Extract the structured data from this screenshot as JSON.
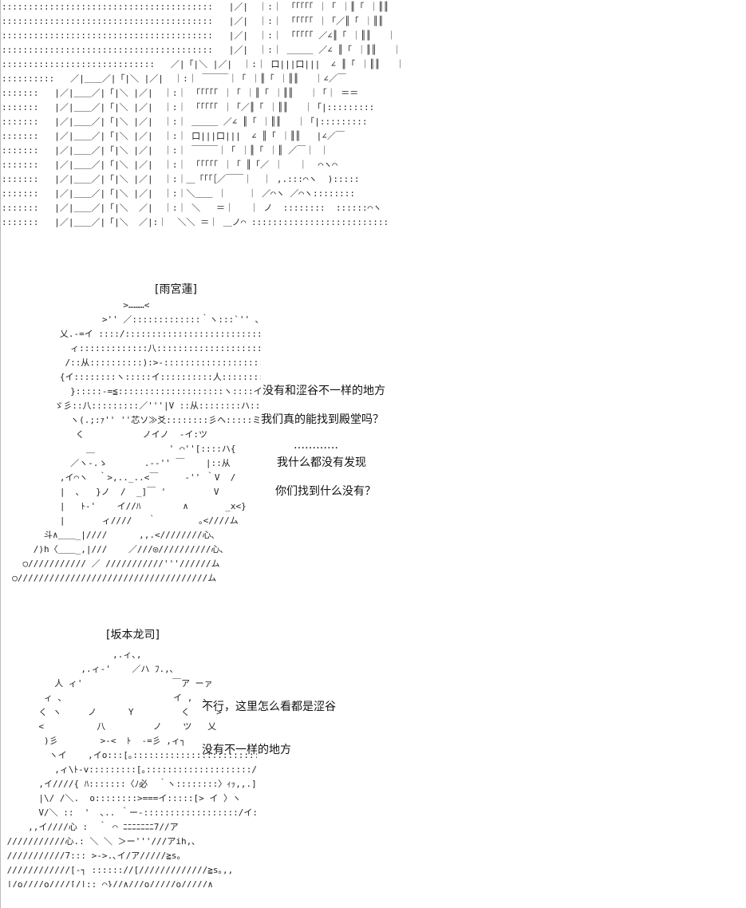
{
  "city": {
    "art": "::::::::::::::::::::::::::::::::::::::::   |／|  ｜:｜ 「「「「「 ｜「 ｜║「 ｜║║   ｜「｜ ＝＝\n::::::::::::::::::::::::::::::::::::::::   |／|  ｜:｜ 「「「「「 ｜「／║「 ｜║║   ｜「|:::::::::\n::::::::::::::::::::::::::::::::::::::::   |／|  ｜:｜ 「「「「「 ／∠║「 ｜║║   ｜「｜ ／\n::::::::::::::::::::::::::::::::::::::::   |／|  ｜:｜ ＿＿＿ ／∠ ║「 ｜║║   ｜「｜∠\n:::::::::::::::::::::::::::::   ／|「|＼ |／|  ｜:｜ 口|||口|||  ∠ ║「 ｜║║   ｜／∠\n::::::::::   ／|＿＿／|「|＼ |／|  ｜:｜ ￣￣￣｜「 ｜║「 ｜║║   ｜∠／￣\n:::::::   |／|＿＿／|「|＼ |／|  ｜:｜ 「「「「「 ｜「 ｜║「 ｜║║   ｜「｜ ＝＝\n:::::::   |／|＿＿／|「|＼ |／|  ｜:｜ 「「「「「 ｜「／║「 ｜║║   ｜「|:::::::::\n:::::::   |／|＿＿／|「|＼ |／|  ｜:｜ ＿＿＿ ／∠ ║「 ｜║║   ｜「|:::::::::\n:::::::   |／|＿＿／|「|＼ |／|  ｜:｜ 口|||口|||  ∠ ║「 ｜║║   |∠／￣\n:::::::   |／|＿＿／|「|＼ |／|  ｜:｜ ￣￣￣｜「 ｜║「 ｜║ ／￣｜ ｜\n:::::::   |／|＿＿／|「|＼ |／|  ｜:｜ 「「「「「 ｜「 ║「／ ｜   ｜  ⌒ヽ⌒\n:::::::   |／|＿＿／|「|＼ |／|  ｜:｜＿「「「［／￣￣｜  ｜ ,.:::⌒ヽ  ):::::\n:::::::   |／|＿＿／|「|＼ |／|  ｜:｜＼＿＿ ｜    ｜ ／⌒ヽ ／⌒ヽ::::::::\n:::::::   |／|＿＿／|「|＼  ／|  ｜:｜ ＼   ＝｜   ｜ ノ  ::::::::  ::::::⌒ヽ\n:::::::   |／|＿＿／|「|＼  ／|:｜  ＼＼ ＝｜ ＿ノ⌒ ::::::::::::::::::::::::::"
  },
  "ren": {
    "name": "[雨宮蓮]",
    "art": "                       >………<\n                   >'' ／:::::::::::::｀ヽ:::`'' ､\n           乂.-=イ ::::/::::::::::::::::::::::::::ヘ::::::::::ヘ\n             ィ:::::::::::::八::::::::::::::::::::::::::::ﾞ:,::::::::::ヘ\n            /::从::::::::::):>-::::::::::::::::::::::]:::::::::ﾊ\n           {イ::::::::ヽ:::::イ::::::::::人::::::::::::/::::::::/::::::]\n             }:::::-=≦::::::::::::::::::::ヽ::::イ:::Y:::イ::::::::ヽ\n          ゞ彡::八:::::::::／'''|V ::从::::::::ハ::ツ::::::::イ\n             ヽ(.;:ｧ'' ''芯ソ≫爻::::::::彡ヘ:::::ミ\n              く           ノイノ  -イ:ツ\n                ＿              ' ⌒''[::::ハ{\n             ／ヽ-.ゝ       .--'' ￣    |::从\n           ,イ⌒ヽ  ｀>,.._..<￣     -'' ｀V  /\n           |  ､   }ノ  /  _]￣ '         V\n           |   ﾄ-'    イ//ﾊ        ∧       _x<}\n           |       ィ////   ｀        ｡<////ム\n        斗∧＿＿_|////      ,,.<////////心､\n      /)h〈＿＿_,|///    ／///◎//////////心､\n    ○/////////// ／ ///////////'''//////ム\n  ○////////////////////////////////////ム",
    "lines": [
      "没有和涩谷不一样的地方",
      "我们真的能找到殿堂吗？",
      "…………",
      "我什么都没有发现",
      "你们找到什么没有？"
    ]
  },
  "ryuji": {
    "name": "[坂本龙司]",
    "art": "                     ,.ィ､,\n               ,.ィ-'    ／ハ ﾌ.,､\n          人 ィ'                 ￣ア ーァ\n        ィ ､                     イ ,  ､\n       く ヽ     ノ      Y         く     >\n       <          八         ノ    ツ   乂\n        )彡        >-<  ﾄ  -=彡 ,ィ┐\n         ヽイ    ,イo:::[｡::::::::::::::::::::::::::]\n          ,ィ\\ﾄ-v:::::::::[｡::::::::::::::::::::/::::::::}\n       ,イ////{ ﾊ:::::::〈ﾉ必  ｀ヽ::::::::〉ｨｯ,,.]!\n       |\\/ /＼.  o::::::::>===イ:::::[> イ 〉ヽ\n       V/＼ ::  '  ､.. ｀ー-::::::::::::::::::/イ::://// }\n     ,,イ////心 :  ｀ ⌒ ﾆﾆﾆﾆﾆﾆﾆ7//ア\n ///////////心.: ＼ ＼ ＞ー'''///アih,､\n ///////////7::: >->.､イ/ア/////≧s｡\n ////////////[-┐ :::::://[/////////////≧s｡,,\n |/o////o////[/|:: ⌒}//∧///o/////o/////∧",
    "lines": [
      "不行，这里怎么看都是涩谷",
      "没有不一样的地方"
    ]
  }
}
